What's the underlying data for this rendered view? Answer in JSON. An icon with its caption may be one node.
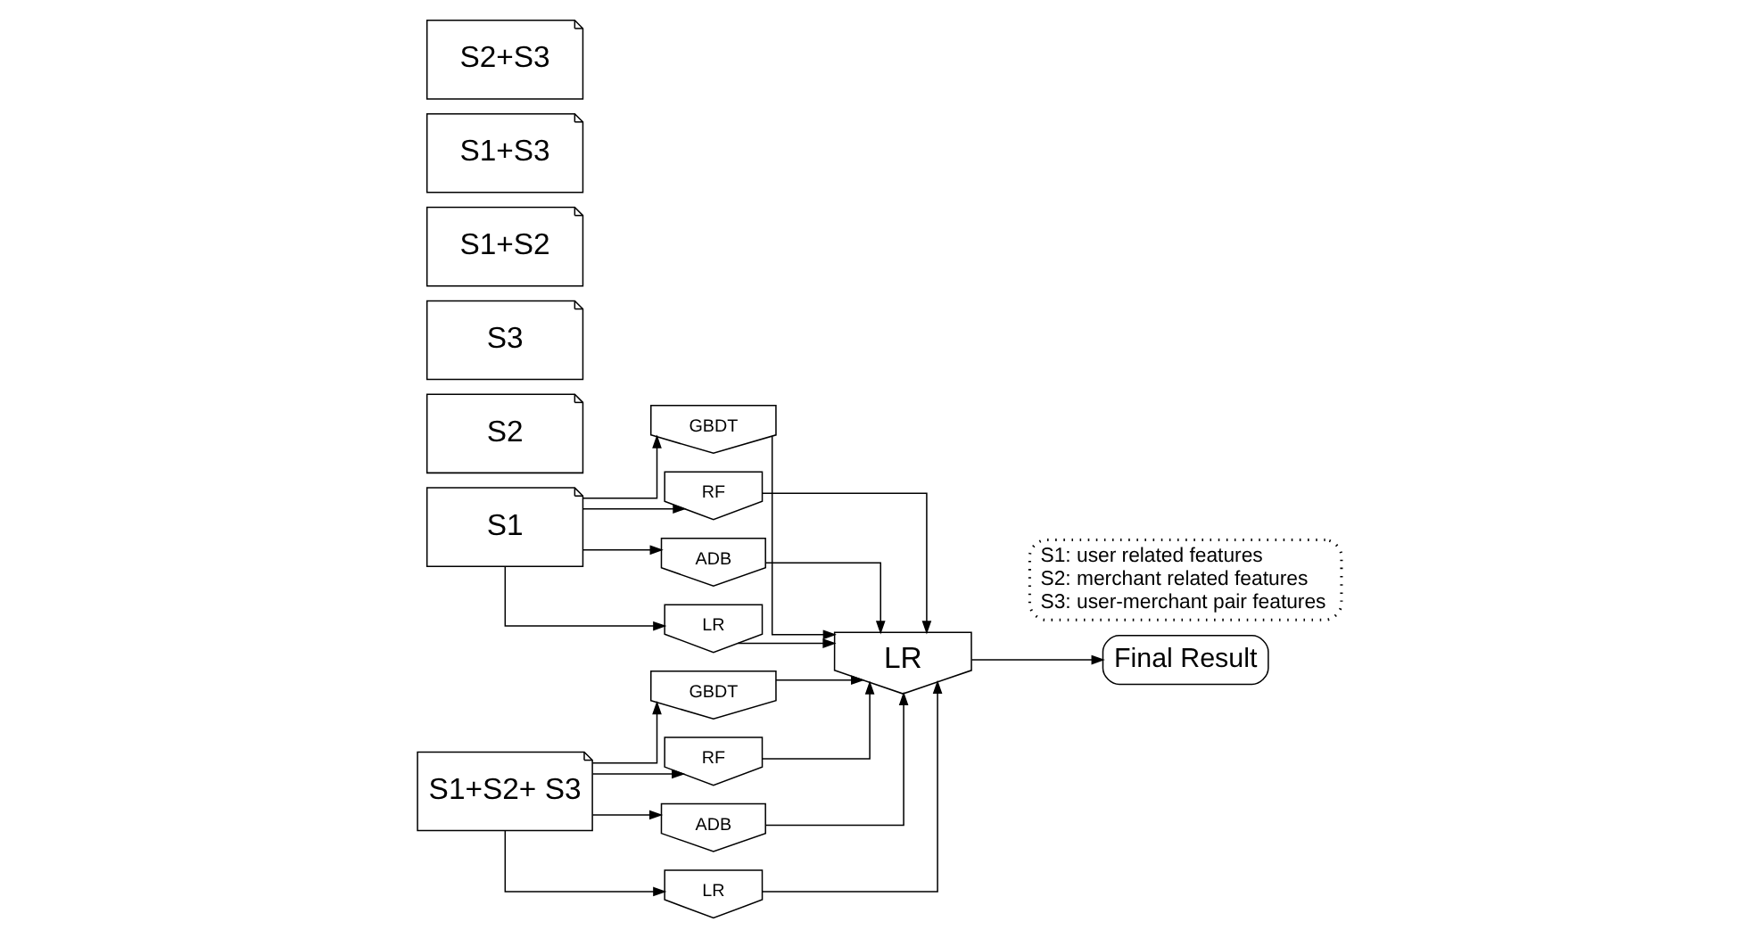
{
  "diagram": {
    "nodes": [
      {
        "text": [
          "S1"
        ]
      },
      {
        "text": [
          "S2"
        ]
      },
      {
        "text": [
          "S3"
        ]
      },
      {
        "text": [
          "S1+S2"
        ]
      },
      {
        "text": [
          "S1+S3"
        ]
      },
      {
        "text": [
          "S2+S3"
        ]
      },
      {
        "text": [
          "S1+S2+ S3"
        ]
      },
      {
        "text": [
          "GBDT"
        ]
      },
      {
        "text": [
          "RF"
        ]
      },
      {
        "text": [
          "ADB"
        ]
      },
      {
        "text": [
          "LR"
        ]
      },
      {
        "text": [
          "GBDT"
        ]
      },
      {
        "text": [
          "RF"
        ]
      },
      {
        "text": [
          "ADB"
        ]
      },
      {
        "text": [
          "LR"
        ]
      },
      {
        "text": [
          "LR"
        ]
      },
      {
        "text": [
          "Final Result"
        ]
      },
      {
        "text": [
          "S1: user related features",
          "S2: merchant related features",
          "S3: user-merchant pair features"
        ]
      }
    ],
    "edges": [
      {
        "from": 0,
        "to": 7,
        "arrow": "to"
      },
      {
        "from": 0,
        "to": 8,
        "arrow": "to"
      },
      {
        "from": 0,
        "to": 9,
        "arrow": "to"
      },
      {
        "from": 0,
        "to": 10,
        "arrow": "to"
      },
      {
        "from": 6,
        "to": 11,
        "arrow": "to"
      },
      {
        "from": 6,
        "to": 12,
        "arrow": "to"
      },
      {
        "from": 6,
        "to": 13,
        "arrow": "to"
      },
      {
        "from": 6,
        "to": 14,
        "arrow": "to"
      },
      {
        "from": 7,
        "to": 15,
        "arrow": "to"
      },
      {
        "from": 8,
        "to": 15,
        "arrow": "to"
      },
      {
        "from": 9,
        "to": 15,
        "arrow": "to"
      },
      {
        "from": 10,
        "to": 15,
        "arrow": "to"
      },
      {
        "from": 11,
        "to": 15,
        "arrow": "to"
      },
      {
        "from": 12,
        "to": 15,
        "arrow": "to"
      },
      {
        "from": 13,
        "to": 15,
        "arrow": "to"
      },
      {
        "from": 14,
        "to": 15,
        "arrow": "to"
      },
      {
        "from": 15,
        "to": 16,
        "arrow": "to"
      }
    ]
  }
}
